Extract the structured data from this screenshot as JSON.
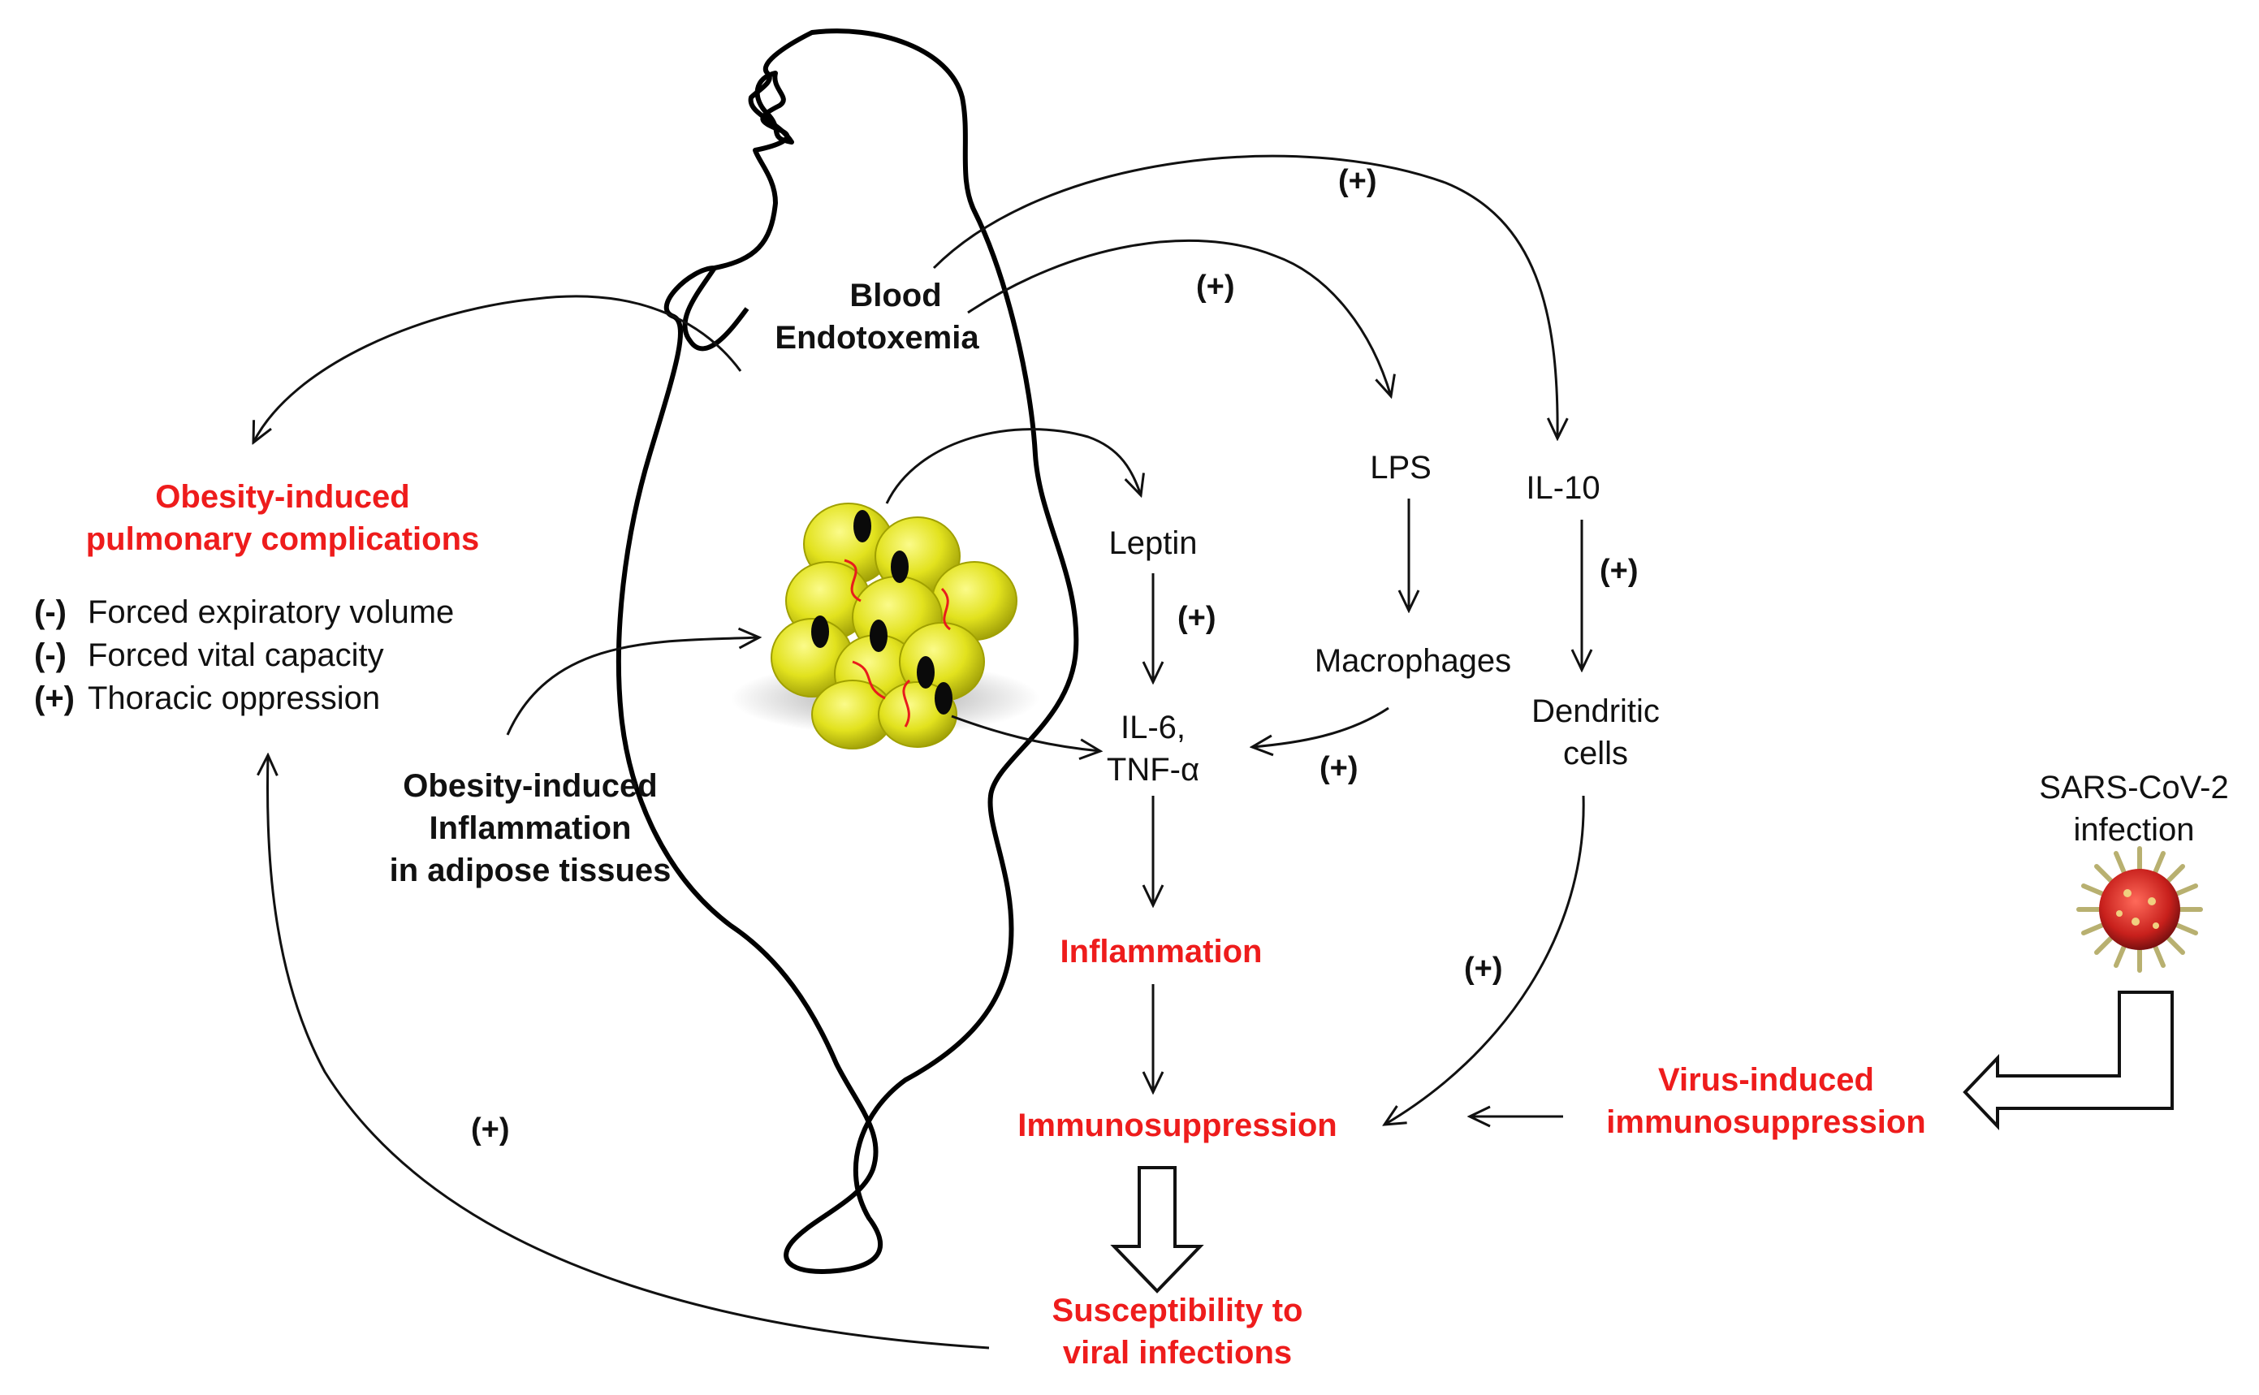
{
  "nodes": {
    "blood_endotoxemia": [
      "Blood",
      "Endotoxemia"
    ],
    "pulmonary_title": [
      "Obesity-induced",
      "pulmonary complications"
    ],
    "pulmonary_effects": [
      {
        "sign": "(-)",
        "text": "Forced expiratory volume"
      },
      {
        "sign": "(-)",
        "text": "Forced vital capacity"
      },
      {
        "sign": "(+)",
        "text": "Thoracic oppression"
      }
    ],
    "adipose_inflammation": [
      "Obesity-induced",
      "Inflammation",
      "in adipose tissues"
    ],
    "leptin": "Leptin",
    "lps": "LPS",
    "il10": "IL-10",
    "macrophages": "Macrophages",
    "dendritic": [
      "Dendritic",
      "cells"
    ],
    "il6_tnf": [
      "IL-6,",
      "TNF-α"
    ],
    "inflammation": "Inflammation",
    "immunosuppression": "Immunosuppression",
    "susceptibility": [
      "Susceptibility to",
      "viral infections"
    ],
    "sars": [
      "SARS-CoV-2",
      "infection"
    ],
    "virus_immuno": [
      "Virus-induced",
      "immunosuppression"
    ]
  },
  "signs": {
    "plus": "(+)"
  },
  "colors": {
    "highlight": "#ee1c1c",
    "text": "#111111",
    "fat_cell": "#e2e21e",
    "virus": "#d42a2a"
  }
}
